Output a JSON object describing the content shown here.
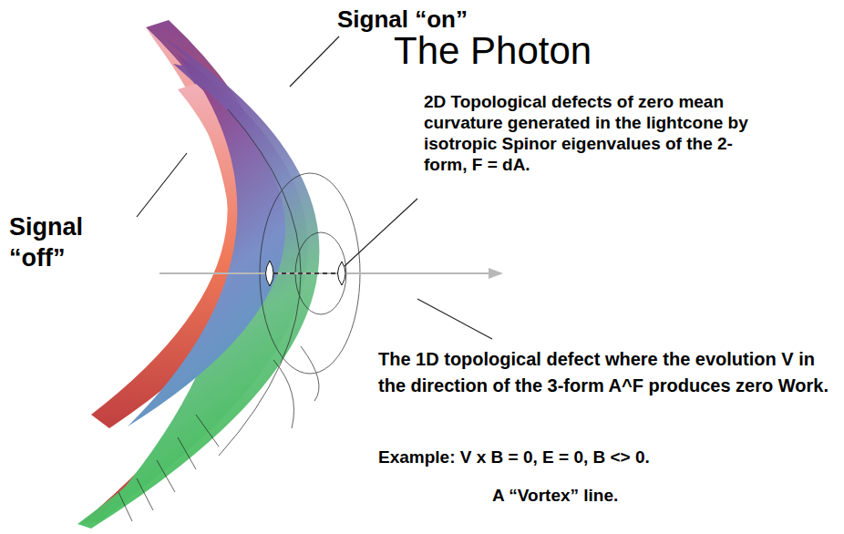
{
  "diagram": {
    "title": "The Photon",
    "labels": [
      "Signal “on”",
      "Signal “off”",
      "2D Topological defects of zero mean curvature generated in the lightcone by isotropic Spinor eigenvalues of the 2-form, F = dA.",
      "The 1D topological defect where the evolution V in the direction of the 3-form A^F produces zero Work.",
      "Example: V x B = 0, E = 0, B <> 0.",
      "A “Vortex” line."
    ]
  }
}
